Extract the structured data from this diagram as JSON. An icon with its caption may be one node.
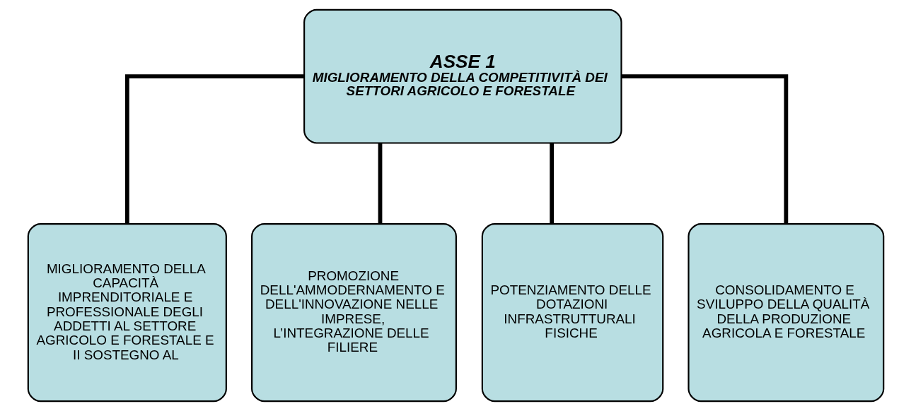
{
  "diagram": {
    "nodes": [
      {
        "text": [
          "ASSE 1",
          "MIGLIORAMENTO DELLA COMPETITIVITÀ DEI SETTORI AGRICOLO E FORESTALE"
        ]
      },
      {
        "text": [
          "MIGLIORAMENTO DELLA CAPACITÀ IMPRENDITORIALE E PROFESSIONALE DEGLI ADDETTI AL SETTORE AGRICOLO E FORESTALE E II SOSTEGNO AL"
        ]
      },
      {
        "text": [
          "PROMOZIONE DELL'AMMODERNAMENTO E DELL'INNOVAZIONE NELLE IMPRESE, L’INTEGRAZIONE DELLE FILIERE"
        ]
      },
      {
        "text": [
          "POTENZIAMENTO DELLE DOTAZIONI INFRASTRUTTURALI FISICHE"
        ]
      },
      {
        "text": [
          "CONSOLIDAMENTO E SVILUPPO DELLA QUALITÀ DELLA PRODUZIONE AGRICOLA E FORESTALE"
        ]
      }
    ],
    "edges": [
      {
        "from": 0,
        "to": 1,
        "arrow": "none"
      },
      {
        "from": 0,
        "to": 2,
        "arrow": "none"
      },
      {
        "from": 0,
        "to": 3,
        "arrow": "none"
      },
      {
        "from": 0,
        "to": 4,
        "arrow": "none"
      }
    ]
  }
}
